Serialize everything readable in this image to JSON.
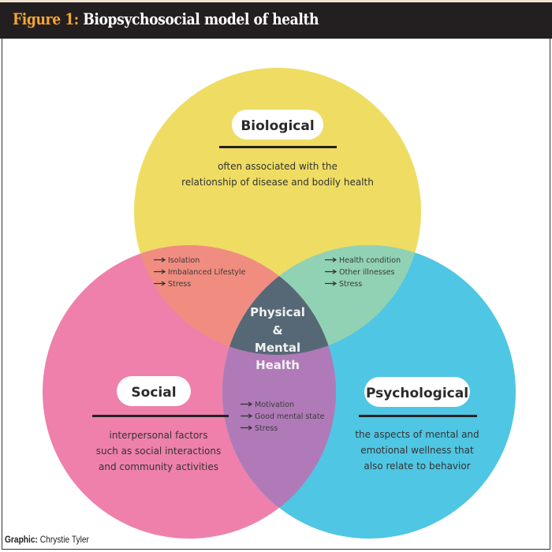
{
  "header": {
    "figure_label": "Figure 1:",
    "title": "Biopsychosocial model of health"
  },
  "colors": {
    "biological": "#efdc63",
    "social": "#ee80ab",
    "psychological": "#4fc6e3",
    "bio_social": "#f18d80",
    "bio_psych": "#91d2b4",
    "social_psych": "#b07ab8",
    "center": "#566875"
  },
  "circles": {
    "biological": {
      "label": "Biological",
      "description": [
        "often associated with the",
        "relationship of disease and bodily health"
      ]
    },
    "social": {
      "label": "Social",
      "description": [
        "interpersonal factors",
        "such as social interactions",
        "and community activities"
      ]
    },
    "psychological": {
      "label": "Psychological",
      "description": [
        "the aspects of mental and",
        "emotional wellness that",
        "also relate to behavior"
      ]
    }
  },
  "overlaps": {
    "bio_social": [
      "Isolation",
      "Imbalanced Lifestyle",
      "Stress"
    ],
    "bio_psych": [
      "Health condition",
      "Other illnesses",
      "Stress"
    ],
    "social_psych": [
      "Motivation",
      "Good mental state",
      "Stress"
    ]
  },
  "center": {
    "lines": [
      "Physical",
      "&",
      "Mental",
      "Health"
    ]
  },
  "credit": {
    "label": "Graphic:",
    "name": "Chrystie Tyler"
  }
}
